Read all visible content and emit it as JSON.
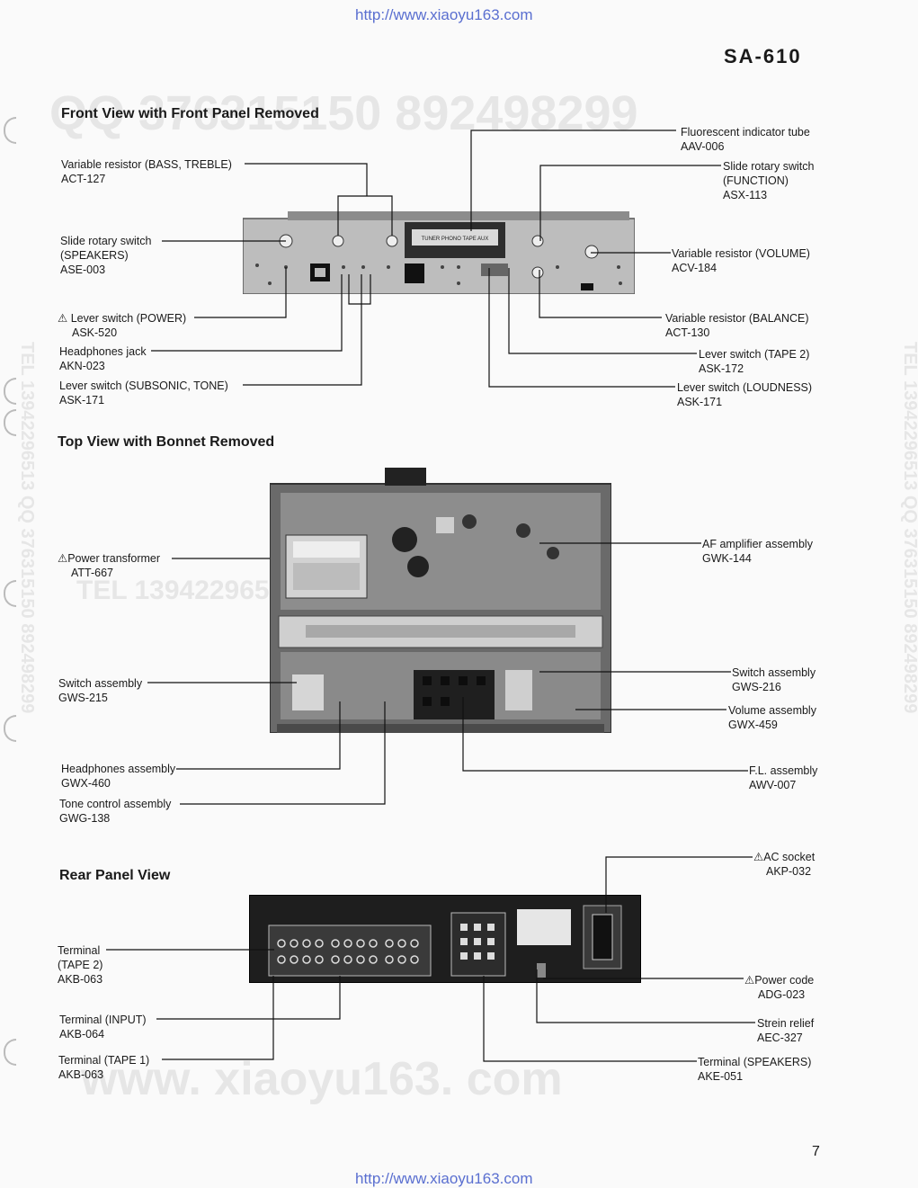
{
  "header": {
    "url_top": "http://www.xiaoyu163.com",
    "url_bottom": "http://www.xiaoyu163.com",
    "model": "SA-610",
    "page_number": "7"
  },
  "watermarks": {
    "qq_top": "QQ 376315150   892498299",
    "tel_mid": "TEL 13942296513   376315150 892498299",
    "site": "www. xiaoyu163. com",
    "side": "TEL 13942296513  QQ 376315150  892498299"
  },
  "sections": {
    "front": "Front View with Front Panel Removed",
    "top": "Top View with Bonnet Removed",
    "rear": "Rear Panel View"
  },
  "front_labels": {
    "variable_bass_treble": [
      "Variable resistor (BASS, TREBLE)",
      "ACT-127"
    ],
    "slide_speakers": [
      "Slide rotary switch",
      "(SPEAKERS)",
      "ASE-003"
    ],
    "lever_power": [
      "Lever switch (POWER)",
      "ASK-520"
    ],
    "headphones_jack": [
      "Headphones jack",
      "AKN-023"
    ],
    "lever_subsonic": [
      "Lever switch (SUBSONIC, TONE)",
      "ASK-171"
    ],
    "fluorescent": [
      "Fluorescent indicator tube",
      "AAV-006"
    ],
    "slide_function": [
      "Slide rotary switch",
      "(FUNCTION)",
      "ASX-113"
    ],
    "variable_volume": [
      "Variable resistor (VOLUME)",
      "ACV-184"
    ],
    "variable_balance": [
      "Variable resistor (BALANCE)",
      "ACT-130"
    ],
    "lever_tape2": [
      "Lever switch (TAPE 2)",
      "ASK-172"
    ],
    "lever_loudness": [
      "Lever switch (LOUDNESS)",
      "ASK-171"
    ]
  },
  "top_labels": {
    "power_transformer": [
      "Power transformer",
      "ATT-667"
    ],
    "switch_215": [
      "Switch assembly",
      "GWS-215"
    ],
    "headphones_assembly": [
      "Headphones assembly",
      "GWX-460"
    ],
    "tone_control": [
      "Tone control assembly",
      "GWG-138"
    ],
    "af_amplifier": [
      "AF amplifier assembly",
      "GWK-144"
    ],
    "switch_216": [
      "Switch assembly",
      "GWS-216"
    ],
    "volume_assembly": [
      "Volume assembly",
      "GWX-459"
    ],
    "fl_assembly": [
      "F.L. assembly",
      "AWV-007"
    ]
  },
  "rear_labels": {
    "terminal_tape2": [
      "Terminal",
      "(TAPE 2)",
      "AKB-063"
    ],
    "terminal_input": [
      "Terminal (INPUT)",
      "AKB-064"
    ],
    "terminal_tape1": [
      "Terminal (TAPE 1)",
      "AKB-063"
    ],
    "ac_socket": [
      "AC socket",
      "AKP-032"
    ],
    "power_code": [
      "Power code",
      "ADG-023"
    ],
    "strein_relief": [
      "Strein relief",
      "AEC-327"
    ],
    "terminal_speakers": [
      "Terminal (SPEAKERS)",
      "AKE-051"
    ]
  },
  "display_text": "TUNER PHONO TAPE AUX"
}
